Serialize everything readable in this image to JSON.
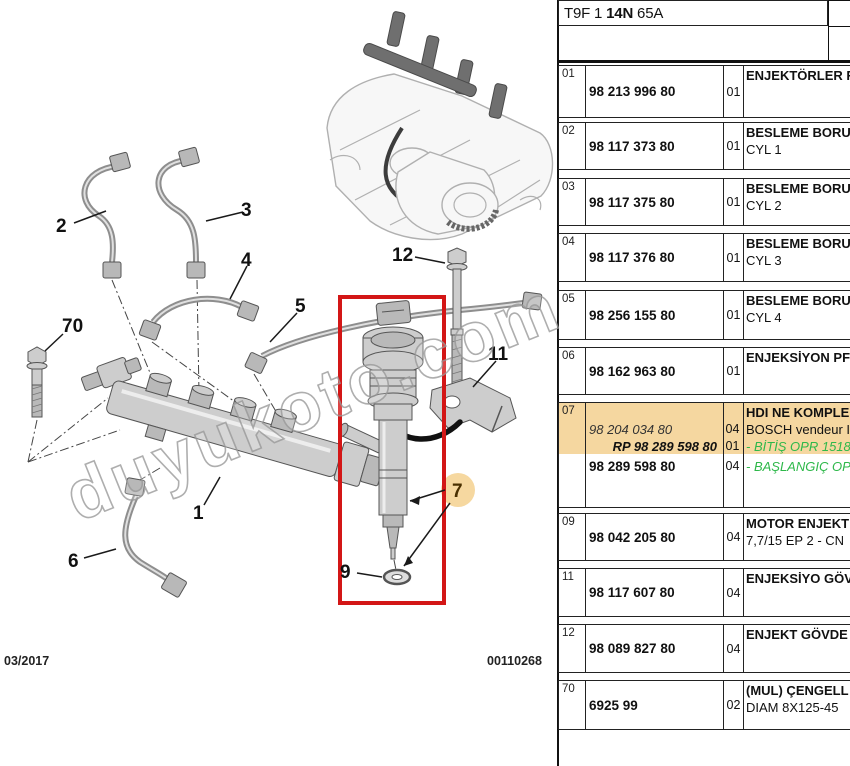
{
  "header": {
    "code_prefix": "T9F 1 ",
    "code_bold": "14N",
    "code_suffix": " 65A"
  },
  "footer": {
    "date": "03/2017",
    "doc_number": "00110268"
  },
  "watermark": "duyukoto.com",
  "colors": {
    "row_highlight": "#f5d7a0",
    "green_note": "#2eb84a",
    "red_box": "#d31616",
    "callout_badge": "#f6d8a0"
  },
  "diagram": {
    "callouts": [
      "1",
      "2",
      "3",
      "4",
      "5",
      "6",
      "7",
      "9",
      "11",
      "12",
      "70"
    ]
  },
  "table": {
    "rows": [
      {
        "num": "01",
        "pn": "98 213 996 80",
        "qty": "01",
        "desc1": "ENJEKTÖRLER R",
        "desc2": ""
      },
      {
        "num": "02",
        "pn": "98 117 373 80",
        "qty": "01",
        "desc1": "BESLEME BORU",
        "desc2": "CYL 1"
      },
      {
        "num": "03",
        "pn": "98 117 375 80",
        "qty": "01",
        "desc1": "BESLEME BORU",
        "desc2": "CYL 2"
      },
      {
        "num": "04",
        "pn": "98 117 376 80",
        "qty": "01",
        "desc1": "BESLEME BORU",
        "desc2": "CYL 3"
      },
      {
        "num": "05",
        "pn": "98 256 155 80",
        "qty": "01",
        "desc1": "BESLEME BORU",
        "desc2": "CYL 4"
      },
      {
        "num": "06",
        "pn": "98 162 963 80",
        "qty": "01",
        "desc1": "ENJEKSİYON PF",
        "desc2": ""
      },
      {
        "num": "07",
        "pn_a": "98 204 034 80",
        "qty_a": "04",
        "pn_b": "RP 98 289 598 80",
        "qty_b": "01",
        "pn_c": "98 289 598 80",
        "qty_c": "04",
        "desc1": "HDI NE KOMPLE",
        "desc2": "BOSCH vendeur I",
        "desc3": "- BİTİŞ OPR 1518",
        "desc4": "- BAŞLANGIÇ OP"
      },
      {
        "num": "09",
        "pn": "98 042 205 80",
        "qty": "04",
        "desc1": "MOTOR ENJEKT",
        "desc2": "7,7/15 EP 2 - CN"
      },
      {
        "num": "11",
        "pn": "98 117 607 80",
        "qty": "04",
        "desc1": "ENJEKSİYO GÖV",
        "desc2": ""
      },
      {
        "num": "12",
        "pn": "98 089 827 80",
        "qty": "04",
        "desc1": "ENJEKT GÖVDE",
        "desc2": ""
      },
      {
        "num": "70",
        "pn": "6925 99",
        "qty": "02",
        "desc1": "(MUL) ÇENGELL",
        "desc2": "DIAM 8X125-45"
      }
    ]
  }
}
